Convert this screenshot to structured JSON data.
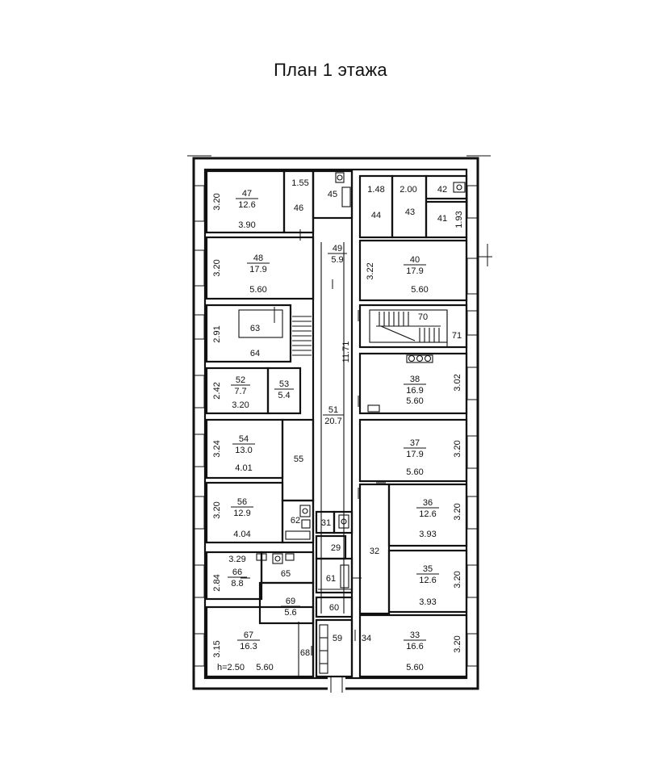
{
  "title": "План 1 этажа",
  "rooms": [
    {
      "num": "47",
      "area": "12.6"
    },
    {
      "num": "48",
      "area": "17.9"
    },
    {
      "num": "49",
      "area": "5.9"
    },
    {
      "num": "40",
      "area": "17.9"
    },
    {
      "num": "63"
    },
    {
      "num": "64"
    },
    {
      "num": "70"
    },
    {
      "num": "71"
    },
    {
      "num": "52",
      "area": "7.7"
    },
    {
      "num": "53",
      "area": "5.4"
    },
    {
      "num": "38",
      "area": "16.9"
    },
    {
      "num": "51",
      "area": "20.7"
    },
    {
      "num": "54",
      "area": "13.0"
    },
    {
      "num": "55"
    },
    {
      "num": "37",
      "area": "17.9"
    },
    {
      "num": "56",
      "area": "12.9"
    },
    {
      "num": "62"
    },
    {
      "num": "31"
    },
    {
      "num": "36",
      "area": "12.6"
    },
    {
      "num": "29"
    },
    {
      "num": "32"
    },
    {
      "num": "66",
      "area": "8.8"
    },
    {
      "num": "65"
    },
    {
      "num": "61"
    },
    {
      "num": "35",
      "area": "12.6"
    },
    {
      "num": "69",
      "area": "5.6"
    },
    {
      "num": "60"
    },
    {
      "num": "67",
      "area": "16.3"
    },
    {
      "num": "68"
    },
    {
      "num": "59"
    },
    {
      "num": "34"
    },
    {
      "num": "33",
      "area": "16.6"
    },
    {
      "num": "46"
    },
    {
      "num": "45"
    },
    {
      "num": "44"
    },
    {
      "num": "43"
    },
    {
      "num": "42"
    },
    {
      "num": "41"
    }
  ],
  "dims": [
    "3.20",
    "3.90",
    "1.55",
    "1.48",
    "2.00",
    "1.93",
    "3.20",
    "5.60",
    "3.22",
    "5.60",
    "2.91",
    "11.71",
    "2.42",
    "3.20",
    "3.02",
    "5.60",
    "3.24",
    "4.01",
    "3.20",
    "5.60",
    "3.20",
    "4.04",
    "3.20",
    "3.93",
    "3.29",
    "2.84",
    "3.20",
    "3.93",
    "3.15",
    "h=2.50",
    "5.60",
    "3.20",
    "5.60"
  ]
}
